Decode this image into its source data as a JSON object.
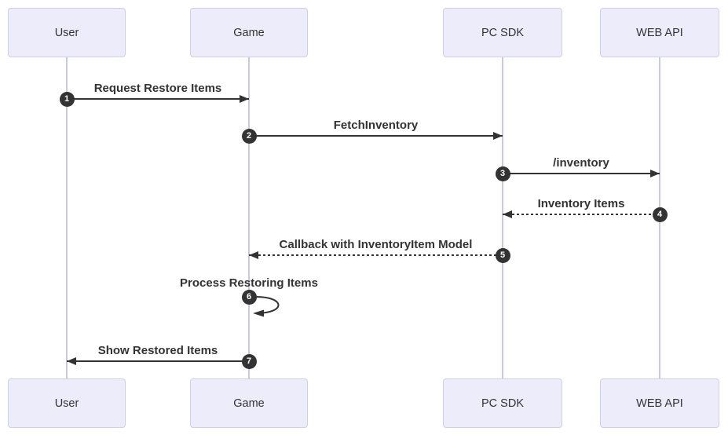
{
  "diagram": {
    "type": "sequence",
    "actors": [
      {
        "name": "User"
      },
      {
        "name": "Game"
      },
      {
        "name": "PC SDK"
      },
      {
        "name": "WEB API"
      }
    ],
    "messages": [
      {
        "num": "1",
        "label": "Request Restore Items",
        "from": "User",
        "to": "Game",
        "line": "solid"
      },
      {
        "num": "2",
        "label": "FetchInventory",
        "from": "Game",
        "to": "PC SDK",
        "line": "solid"
      },
      {
        "num": "3",
        "label": "/inventory",
        "from": "PC SDK",
        "to": "WEB API",
        "line": "solid"
      },
      {
        "num": "4",
        "label": "Inventory Items",
        "from": "WEB API",
        "to": "PC SDK",
        "line": "dashed"
      },
      {
        "num": "5",
        "label": "Callback with InventoryItem Model",
        "from": "PC SDK",
        "to": "Game",
        "line": "dashed"
      },
      {
        "num": "6",
        "label": "Process Restoring Items",
        "from": "Game",
        "to": "Game",
        "line": "self"
      },
      {
        "num": "7",
        "label": "Show Restored Items",
        "from": "Game",
        "to": "User",
        "line": "solid"
      }
    ],
    "colors": {
      "background": "#FFFFFF",
      "actor_fill": "#ECECFB",
      "actor_border": "#CFCFE8",
      "lifeline": "#C9C9E2",
      "arrow": "#333333",
      "label_text": "#333333",
      "number_bg": "#333333",
      "number_text": "#FFFFFF"
    }
  }
}
